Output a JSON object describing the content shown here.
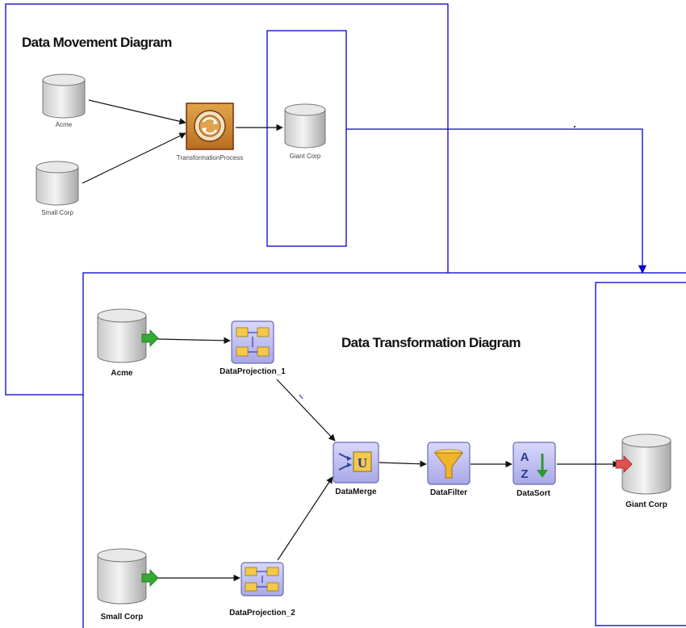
{
  "top_diagram": {
    "title": "Data Movement Diagram",
    "nodes": {
      "acme": "Acme",
      "small_corp": "Small Corp",
      "process": "TransformationProcess",
      "giant_corp": "Giant Corp"
    }
  },
  "bottom_diagram": {
    "title": "Data Transformation Diagram",
    "nodes": {
      "acme": "Acme",
      "small_corp": "Small Corp",
      "projection_1": "DataProjection_1",
      "projection_2": "DataProjection_2",
      "merge": "DataMerge",
      "filter": "DataFilter",
      "sort": "DataSort",
      "giant_corp": "Giant Corp"
    }
  },
  "colors": {
    "frame": "#0000cc",
    "connector": "#111111",
    "source_arrow": "#33aa33",
    "target_arrow": "#e05050",
    "process_box": "#c07a2a",
    "task_box": "#a9a8e8"
  }
}
